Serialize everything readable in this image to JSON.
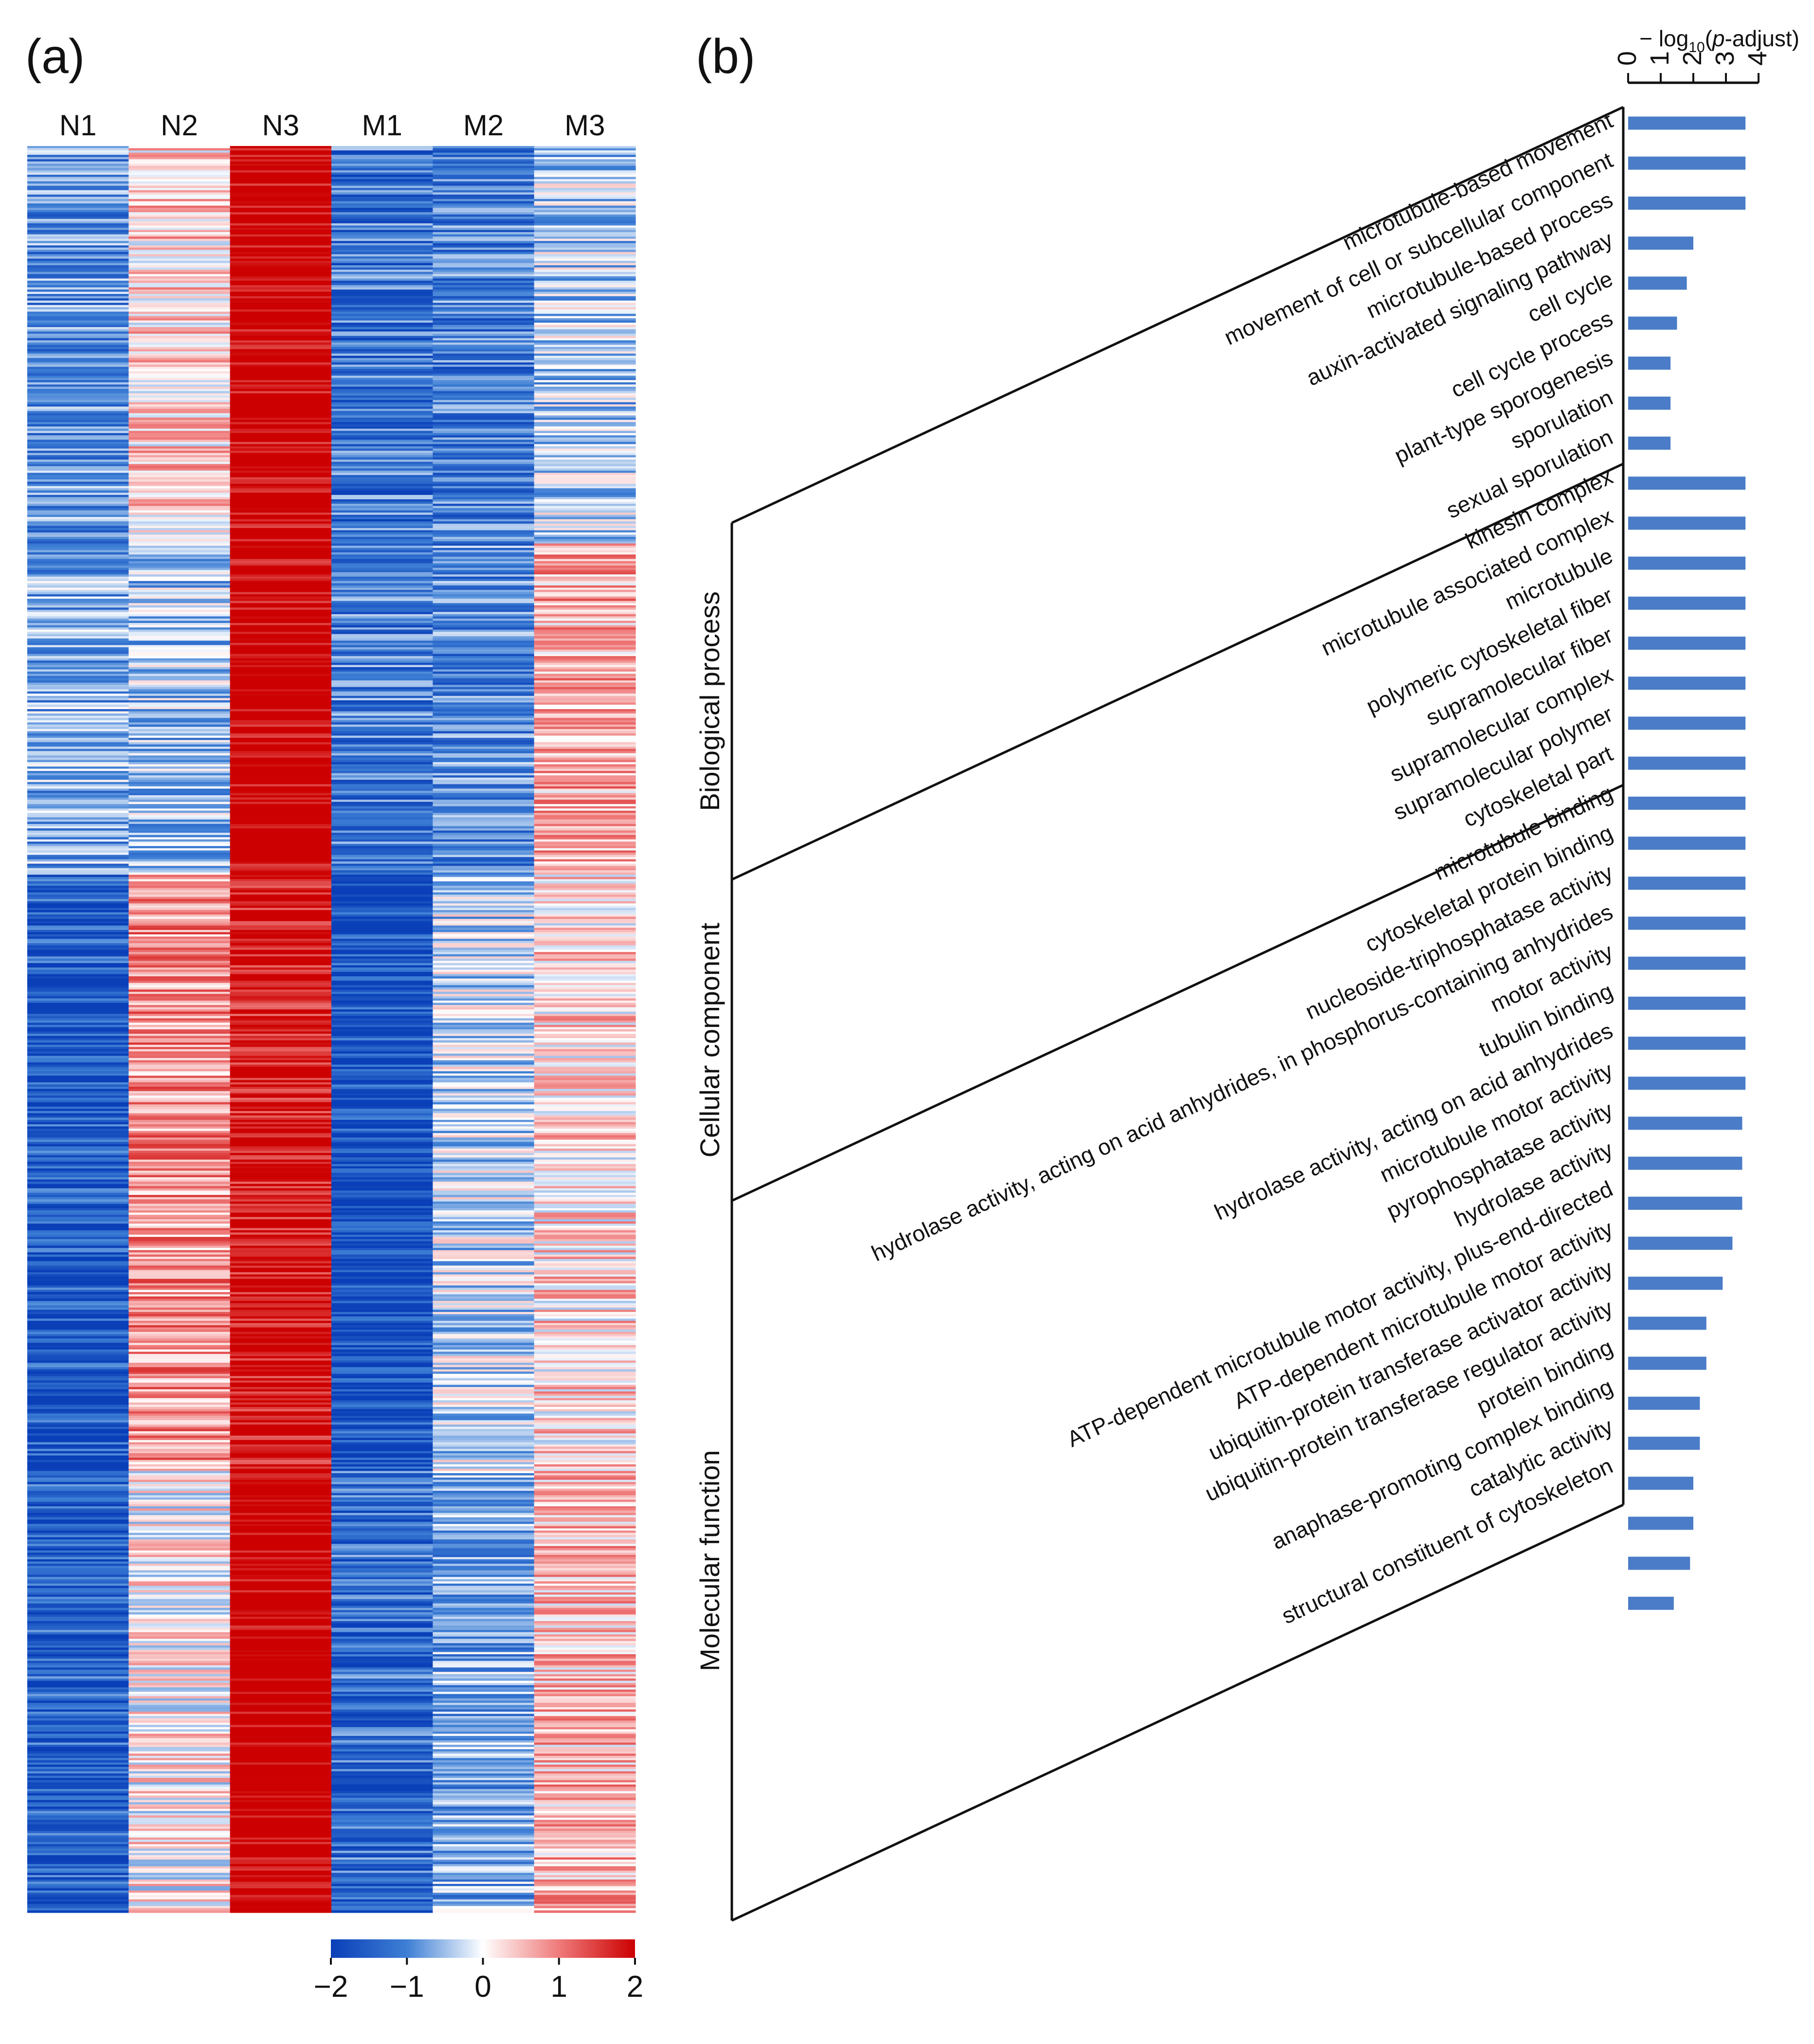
{
  "chart_data": [
    {
      "type": "heatmap",
      "panel_label": "(a)",
      "columns": [
        "N1",
        "N2",
        "N3",
        "M1",
        "M2",
        "M3"
      ],
      "row_groups": [
        {
          "rows": 180,
          "column_levels": [
            -0.9,
            0.35,
            2.2,
            -1.2,
            -1.1,
            -0.4
          ]
        },
        {
          "rows": 150,
          "column_levels": [
            -0.7,
            -0.5,
            2.2,
            -1.1,
            -1.0,
            0.6
          ]
        },
        {
          "rows": 270,
          "column_levels": [
            -1.6,
            0.8,
            1.9,
            -1.7,
            -0.3,
            0.3
          ]
        },
        {
          "rows": 200,
          "column_levels": [
            -1.5,
            0.1,
            2.3,
            -1.3,
            -0.7,
            0.5
          ]
        }
      ],
      "colorbar": {
        "colors": [
          "#0a3fb8",
          "#3e7fd5",
          "#ffffff",
          "#ef7a7a",
          "#cc0000"
        ],
        "range": [
          -2,
          2
        ],
        "ticks": [
          -2,
          -1,
          0,
          1,
          2
        ],
        "tick_labels": [
          "−2",
          "−1",
          "0",
          "1",
          "2"
        ]
      }
    },
    {
      "type": "bar",
      "orientation": "horizontal",
      "panel_label": "(b)",
      "xlabel_prefix": "− log",
      "xlabel_sub": "10",
      "xlabel_suffix_open": "(",
      "xlabel_italic": "p",
      "xlabel_suffix": "-adjust)",
      "xlim": [
        0,
        4
      ],
      "ticks": [
        0,
        1,
        2,
        3,
        4
      ],
      "bar_color": "#4a7cc7",
      "groups": [
        {
          "name": "Biological process",
          "start": 0,
          "end": 8
        },
        {
          "name": "Cellular component",
          "start": 9,
          "end": 16
        },
        {
          "name": "Molecular function",
          "start": 17,
          "end": 34
        }
      ],
      "categories": [
        "microtubule-based movement",
        "movement of cell or subcellular component",
        "microtubule-based process",
        "auxin-activated signaling pathway",
        "cell cycle",
        "cell cycle process",
        "plant-type sporogenesis",
        "sporulation",
        "sexual sporulation",
        "kinesin complex",
        "microtubule associated complex",
        "microtubule",
        "polymeric cytoskeletal fiber",
        "supramolecular fiber",
        "supramolecular complex",
        "supramolecular polymer",
        "cytoskeletal part",
        "microtubule binding",
        "cytoskeletal protein binding",
        "nucleoside-triphosphatase activity",
        "hydrolase activity, acting on acid anhydrides, in phosphorus-containing anhydrides",
        "motor activity",
        "tubulin binding",
        "hydrolase activity, acting on acid anhydrides",
        "microtubule motor activity",
        "pyrophosphatase activity",
        "hydrolase activity",
        "ATP-dependent microtubule motor activity, plus-end-directed",
        "ATP-dependent microtubule motor activity",
        "ubiquitin-protein transferase activator activity",
        "ubiquitin-protein transferase regulator activity",
        "protein binding",
        "anaphase-promoting complex binding",
        "catalytic activity",
        "structural constituent of cytoskeleton"
      ],
      "values": [
        3.6,
        3.6,
        3.6,
        2.0,
        1.8,
        1.5,
        1.3,
        1.3,
        1.3,
        3.6,
        3.6,
        3.6,
        3.6,
        3.6,
        3.6,
        3.6,
        3.6,
        3.6,
        3.6,
        3.6,
        3.6,
        3.6,
        3.6,
        3.6,
        3.6,
        3.5,
        3.5,
        3.5,
        3.2,
        2.9,
        2.4,
        2.4,
        2.2,
        2.2,
        2.0,
        2.0,
        1.9,
        1.4
      ]
    }
  ]
}
